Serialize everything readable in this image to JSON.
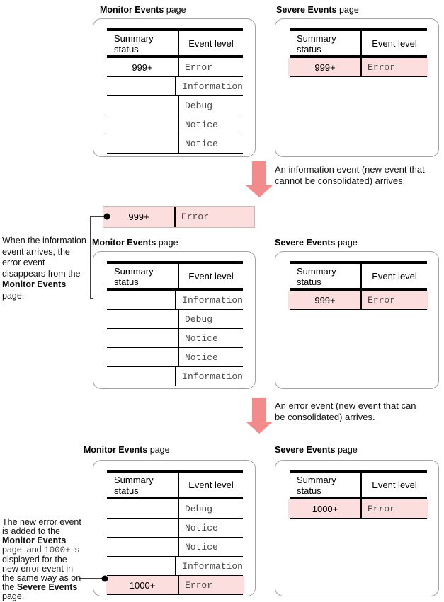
{
  "headers": {
    "col1": "Summary status",
    "col2": "Event level"
  },
  "panels": [
    {
      "title_bold": "Monitor Events",
      "title_rest": " page",
      "rows": [
        {
          "status": "999+",
          "level": "Error",
          "highlight": false
        },
        {
          "status": "",
          "level": "Information",
          "highlight": false
        },
        {
          "status": "",
          "level": "Debug",
          "highlight": false
        },
        {
          "status": "",
          "level": "Notice",
          "highlight": false
        },
        {
          "status": "",
          "level": "Notice",
          "highlight": false
        }
      ]
    },
    {
      "title_bold": "Severe Events",
      "title_rest": " page",
      "rows": [
        {
          "status": "999+",
          "level": "Error",
          "highlight": true
        }
      ]
    },
    {
      "title_bold": "Monitor Events",
      "title_rest": " page",
      "rows": [
        {
          "status": "",
          "level": "Information",
          "highlight": false
        },
        {
          "status": "",
          "level": "Debug",
          "highlight": false
        },
        {
          "status": "",
          "level": "Notice",
          "highlight": false
        },
        {
          "status": "",
          "level": "Notice",
          "highlight": false
        },
        {
          "status": "",
          "level": "Information",
          "highlight": false
        }
      ]
    },
    {
      "title_bold": "Severe Events",
      "title_rest": " page",
      "rows": [
        {
          "status": "999+",
          "level": "Error",
          "highlight": true
        }
      ]
    },
    {
      "title_bold": "Monitor Events",
      "title_rest": " page",
      "rows": [
        {
          "status": "",
          "level": "Debug",
          "highlight": false
        },
        {
          "status": "",
          "level": "Notice",
          "highlight": false
        },
        {
          "status": "",
          "level": "Notice",
          "highlight": false
        },
        {
          "status": "",
          "level": "Information",
          "highlight": false
        },
        {
          "status": "1000+",
          "level": "Error",
          "highlight": true
        }
      ]
    },
    {
      "title_bold": "Severe Events",
      "title_rest": " page",
      "rows": [
        {
          "status": "1000+",
          "level": "Error",
          "highlight": true
        }
      ]
    }
  ],
  "float_row": {
    "status": "999+",
    "level": "Error"
  },
  "arrows": [
    {
      "caption_line1": "An information event (new event that",
      "caption_line2": "cannot be consolidated) arrives."
    },
    {
      "caption_line1": "An error event (new event that can",
      "caption_line2": "be consolidated) arrives."
    }
  ],
  "note1": {
    "line1": "When the information",
    "line2": "event arrives, the",
    "line3": "error event",
    "line4": "disappears from the",
    "line5_bold": "Monitor Events",
    "line6": "page."
  },
  "note2": {
    "line1": "The new error event",
    "line2": "is added to the",
    "line3_bold": "Monitor Events",
    "line4a": "page, and ",
    "line4b_code": "1000+",
    "line4c": " is",
    "line5": "displayed for the",
    "line6": "new error event in",
    "line7": "the same way as on",
    "line8a": "the ",
    "line8b_bold": "Severe Events",
    "line9": "page."
  },
  "colors": {
    "highlight_fill": "#fcdede",
    "highlight_border": "#f2a6a6",
    "arrow": "#f28b8b",
    "mono_text": "#4a4a4a",
    "box_border": "#a3a3a3",
    "table_line": "#000000"
  }
}
